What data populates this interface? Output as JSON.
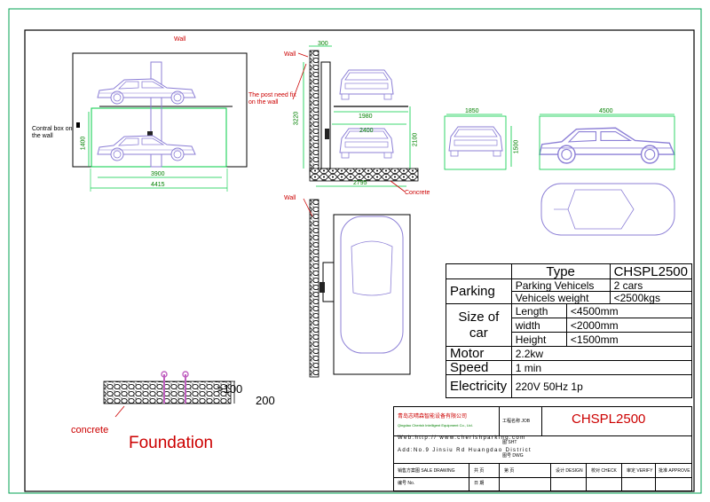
{
  "labels": {
    "wall_1": "Wall",
    "wall_2": "Wall",
    "wall_3": "Wall",
    "post_note": "The post need fix on the wall",
    "control_box": "Contral box on the wall",
    "concrete_right": "Concrete",
    "concrete_left": "concrete",
    "foundation": "Foundation"
  },
  "dimensions": {
    "d300": "300",
    "d1980": "1980",
    "d3220": "3220",
    "d2100": "2100",
    "d2400": "2400",
    "d2795": "2795",
    "d1400": "1400",
    "d3900": "3900",
    "d4415": "4415",
    "d1850": "1850",
    "d1500": "1500",
    "d4500": "4500",
    "found_gt100": ">100",
    "found_200": "200"
  },
  "spec": {
    "type_label": "Type",
    "type_value": "CHSPL2500",
    "parking_label": "Parking",
    "parking_vehicels_label": "Parking Vehicels",
    "parking_vehicels_value": "2 cars",
    "vehicels_weight_label": "Vehicels weight",
    "vehicels_weight_value": "<2500kgs",
    "size_label_1": "Size of",
    "size_label_2": "car",
    "length_label": "Length",
    "length_value": "<4500mm",
    "width_label": "width",
    "width_value": "<2000mm",
    "height_label": "Height",
    "height_value": "<1500mm",
    "motor_label": "Motor",
    "motor_value": "2.2kw",
    "speed_label": "Speed",
    "speed_value": "1 min",
    "electricity_label": "Electricity",
    "electricity_value": "220V 50Hz 1p"
  },
  "title_block": {
    "company_cn": "青岛志晴森智能设备有限公司",
    "company_en": "Qingdao Cherish Intelligent Equipment Co., Ltd.",
    "web": "Web:http:// www.cherishparking.com",
    "address": "Add:No.9 Jinsiu Rd Huangdao District",
    "job_label": "工程名称 JOB",
    "model": "CHSPL2500",
    "sheet_label": "图 SHT",
    "scale_label": "图号 DWG",
    "sale_drawing": "销售方案图 SALE DRAWING",
    "total_label": "共 页",
    "page_label": "第 页",
    "design_label": "设计 DESIGN",
    "check_label": "校对 CHECK",
    "verify_label": "审定 VERIFY",
    "approve_label": "批准 APPROVE",
    "no_label": "编号 No.",
    "date_label": "日 期"
  }
}
